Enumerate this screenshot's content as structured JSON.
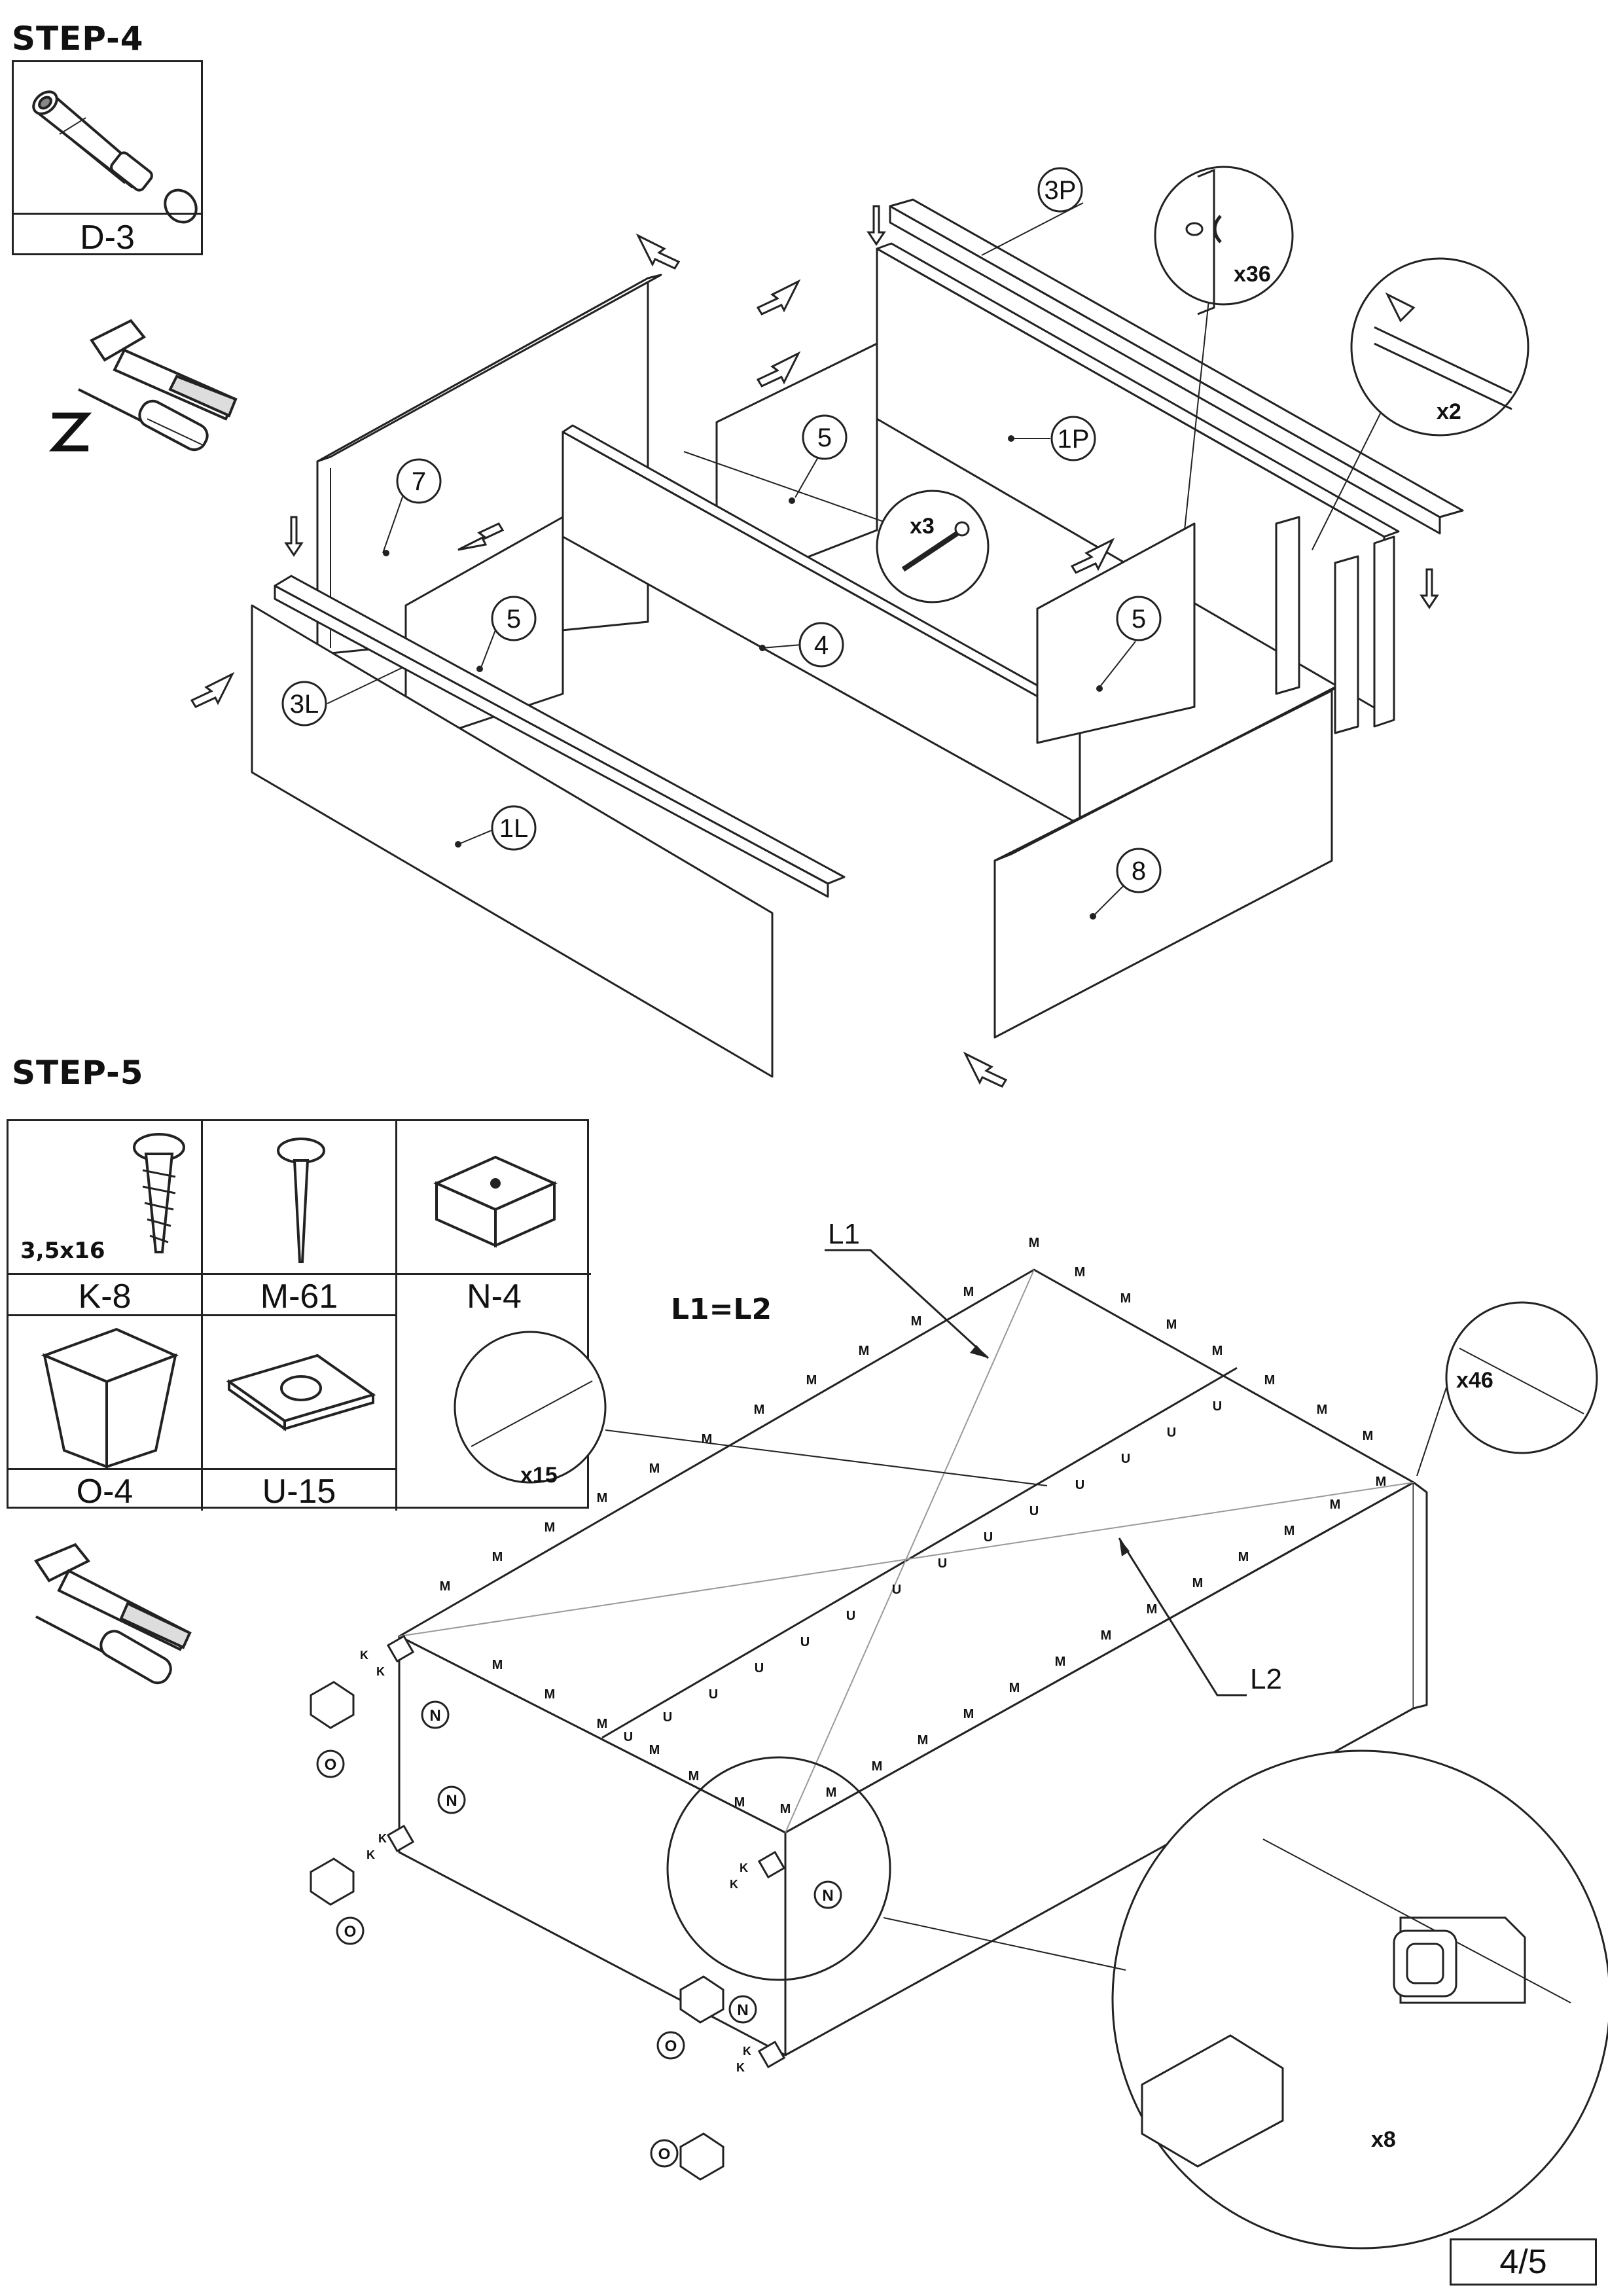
{
  "step4": {
    "title": "STEP-4",
    "hardware": [
      {
        "code": "D-3"
      }
    ],
    "panels": [
      "3P",
      "1P",
      "7",
      "5",
      "5",
      "4",
      "5",
      "3L",
      "1L",
      "8"
    ],
    "callouts": [
      "x36",
      "x2",
      "x3"
    ]
  },
  "step5": {
    "title": "STEP-5",
    "hardware": [
      {
        "code": "K-8",
        "spec": "3,5x16"
      },
      {
        "code": "M-61"
      },
      {
        "code": "N-4"
      },
      {
        "code": "O-4"
      },
      {
        "code": "U-15"
      }
    ],
    "equation": "L1=L2",
    "diagonals": [
      "L1",
      "L2"
    ],
    "callouts": [
      "x15",
      "x46",
      "x8"
    ],
    "letters": {
      "m": "M",
      "u": "U",
      "k": "K",
      "n": "N",
      "o": "O"
    }
  },
  "page": "4/5"
}
